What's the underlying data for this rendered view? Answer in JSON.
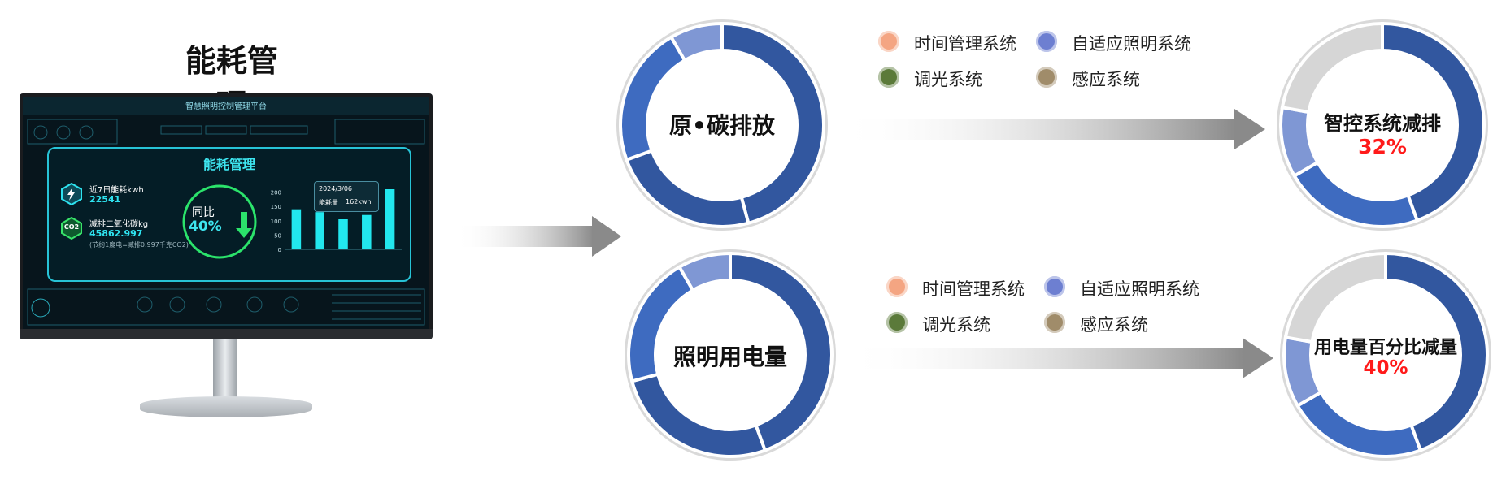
{
  "page_title": "能耗管理",
  "screen": {
    "topbar_title": "智慧照明控制管理平台",
    "panel_title": "能耗管理",
    "stat1": {
      "label": "近7日能耗kwh",
      "value": "22541"
    },
    "stat2": {
      "label": "减排二氧化碳kg",
      "value": "45862.997",
      "note": "(节约1度电=减排0.997千克CO2)"
    },
    "ring": {
      "label": "同比",
      "value": "40%"
    },
    "tooltip": {
      "date": "2024/3/06",
      "label": "能耗量",
      "value": "162kwh"
    },
    "co2_icon_text": "CO2"
  },
  "donuts": {
    "carbon": {
      "label": "原•碳排放"
    },
    "power": {
      "label": "照明用电量"
    },
    "carbon_result": {
      "label": "智控系统减排",
      "percent": "32%"
    },
    "power_result": {
      "label": "用电量百分比减量",
      "percent": "40%"
    }
  },
  "legend_top": [
    {
      "label": "时间管理系统",
      "icon": "clock-icon",
      "color": "#f4a582"
    },
    {
      "label": "自适应照明系统",
      "icon": "grid-lamp-icon",
      "color": "#6d7fd1"
    },
    {
      "label": "调光系统",
      "icon": "bulb-icon",
      "color": "#5b7a3a"
    },
    {
      "label": "感应系统",
      "icon": "sensor-icon",
      "color": "#a08c6a"
    }
  ],
  "legend_bottom": [
    {
      "label": "时间管理系统",
      "icon": "clock-icon",
      "color": "#f4a582"
    },
    {
      "label": "自适应照明系统",
      "icon": "grid-lamp-icon",
      "color": "#6d7fd1"
    },
    {
      "label": "调光系统",
      "icon": "bulb-icon",
      "color": "#5b7a3a"
    },
    {
      "label": "感应系统",
      "icon": "sensor-icon",
      "color": "#a08c6a"
    }
  ],
  "chart_data": {
    "type": "bar",
    "categories": [
      "",
      "",
      "",
      "",
      ""
    ],
    "values": [
      140,
      130,
      105,
      120,
      210
    ],
    "ylim": [
      0,
      210
    ],
    "y_ticks": [
      "0",
      "50",
      "100",
      "150",
      "200"
    ],
    "colors": {
      "bar": "#22e7ee"
    }
  },
  "colors": {
    "donut_dark": "#32579f",
    "donut_mid": "#3e6bc0",
    "donut_light": "#7f97d4",
    "donut_gray": "#d6d6d6",
    "accent_red": "#ff1a1a"
  }
}
